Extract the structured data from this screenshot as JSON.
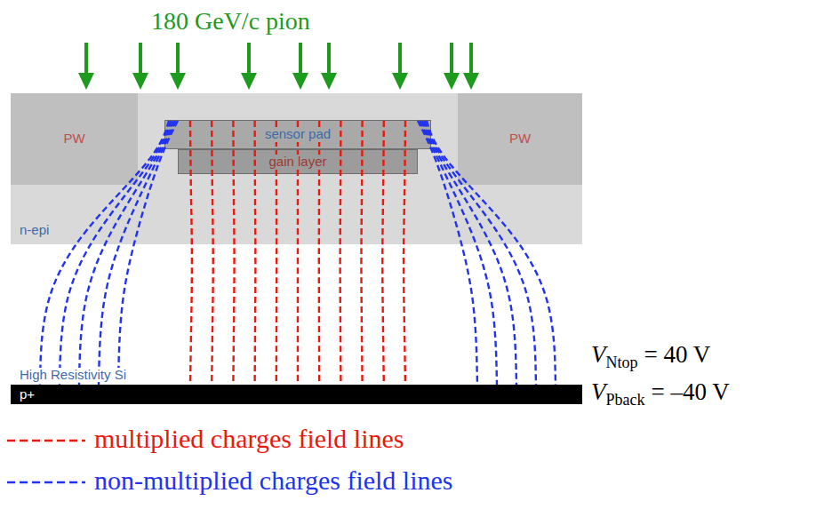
{
  "diagram": {
    "title": "180 GeV/c pion",
    "nodes": [
      {
        "text": [
          "PW"
        ]
      },
      {
        "text": [
          "sensor pad"
        ]
      },
      {
        "text": [
          "PW"
        ]
      },
      {
        "text": [
          "gain layer"
        ]
      },
      {
        "text": [
          "n-epi"
        ]
      },
      {
        "text": [
          "High Resistivity Si"
        ]
      },
      {
        "text": [
          "p+"
        ]
      }
    ],
    "labels": [
      "V",
      "Ntop",
      "= 40 V",
      "V",
      "Pback",
      "= –40 V"
    ],
    "legend": [
      {
        "text": "multiplied charges field lines"
      },
      {
        "text": "non-multiplied charges field lines"
      }
    ]
  }
}
